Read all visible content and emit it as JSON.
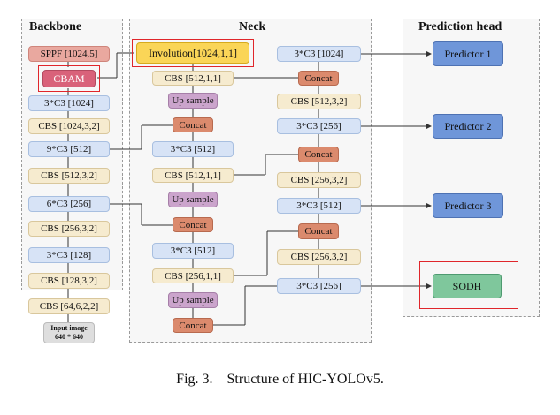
{
  "sections": {
    "backbone_title": "Backbone",
    "neck_title": "Neck",
    "head_title": "Prediction head"
  },
  "backbone": {
    "sppf": "SPPF [1024,5]",
    "cbam": "CBAM",
    "b1": "3*C3 [1024]",
    "b2": "CBS [1024,3,2]",
    "b3": "9*C3 [512]",
    "b4": "CBS [512,3,2]",
    "b5": "6*C3 [256]",
    "b6": "CBS [256,3,2]",
    "b7": "3*C3 [128]",
    "b8": "CBS [128,3,2]",
    "b9": "CBS [64,6,2,2]",
    "input_line1": "Input image",
    "input_line2": "640 * 640"
  },
  "neck_left": {
    "involution": "Involution[1024,1,1]",
    "cbs1": "CBS [512,1,1]",
    "up1": "Up sample",
    "concat1": "Concat",
    "c3_1": "3*C3 [512]",
    "cbs2": "CBS [512,1,1]",
    "up2": "Up sample",
    "concat2": "Concat",
    "c3_2": "3*C3 [512]",
    "cbs3": "CBS [256,1,1]",
    "up3": "Up sample",
    "concat3": "Concat"
  },
  "neck_right": {
    "c3_a": "3*C3 [1024]",
    "concat_a": "Concat",
    "cbs_a": "CBS [512,3,2]",
    "c3_b": "3*C3 [256]",
    "concat_b": "Concat",
    "cbs_b": "CBS [256,3,2]",
    "c3_c": "3*C3 [512]",
    "concat_c": "Concat",
    "cbs_c": "CBS [256,3,2]",
    "c3_d": "3*C3 [256]"
  },
  "head": {
    "p1": "Predictor 1",
    "p2": "Predictor 2",
    "p3": "Predictor 3",
    "sodh": "SODH"
  },
  "caption": "Fig. 3.    Structure of HIC-YOLOv5."
}
